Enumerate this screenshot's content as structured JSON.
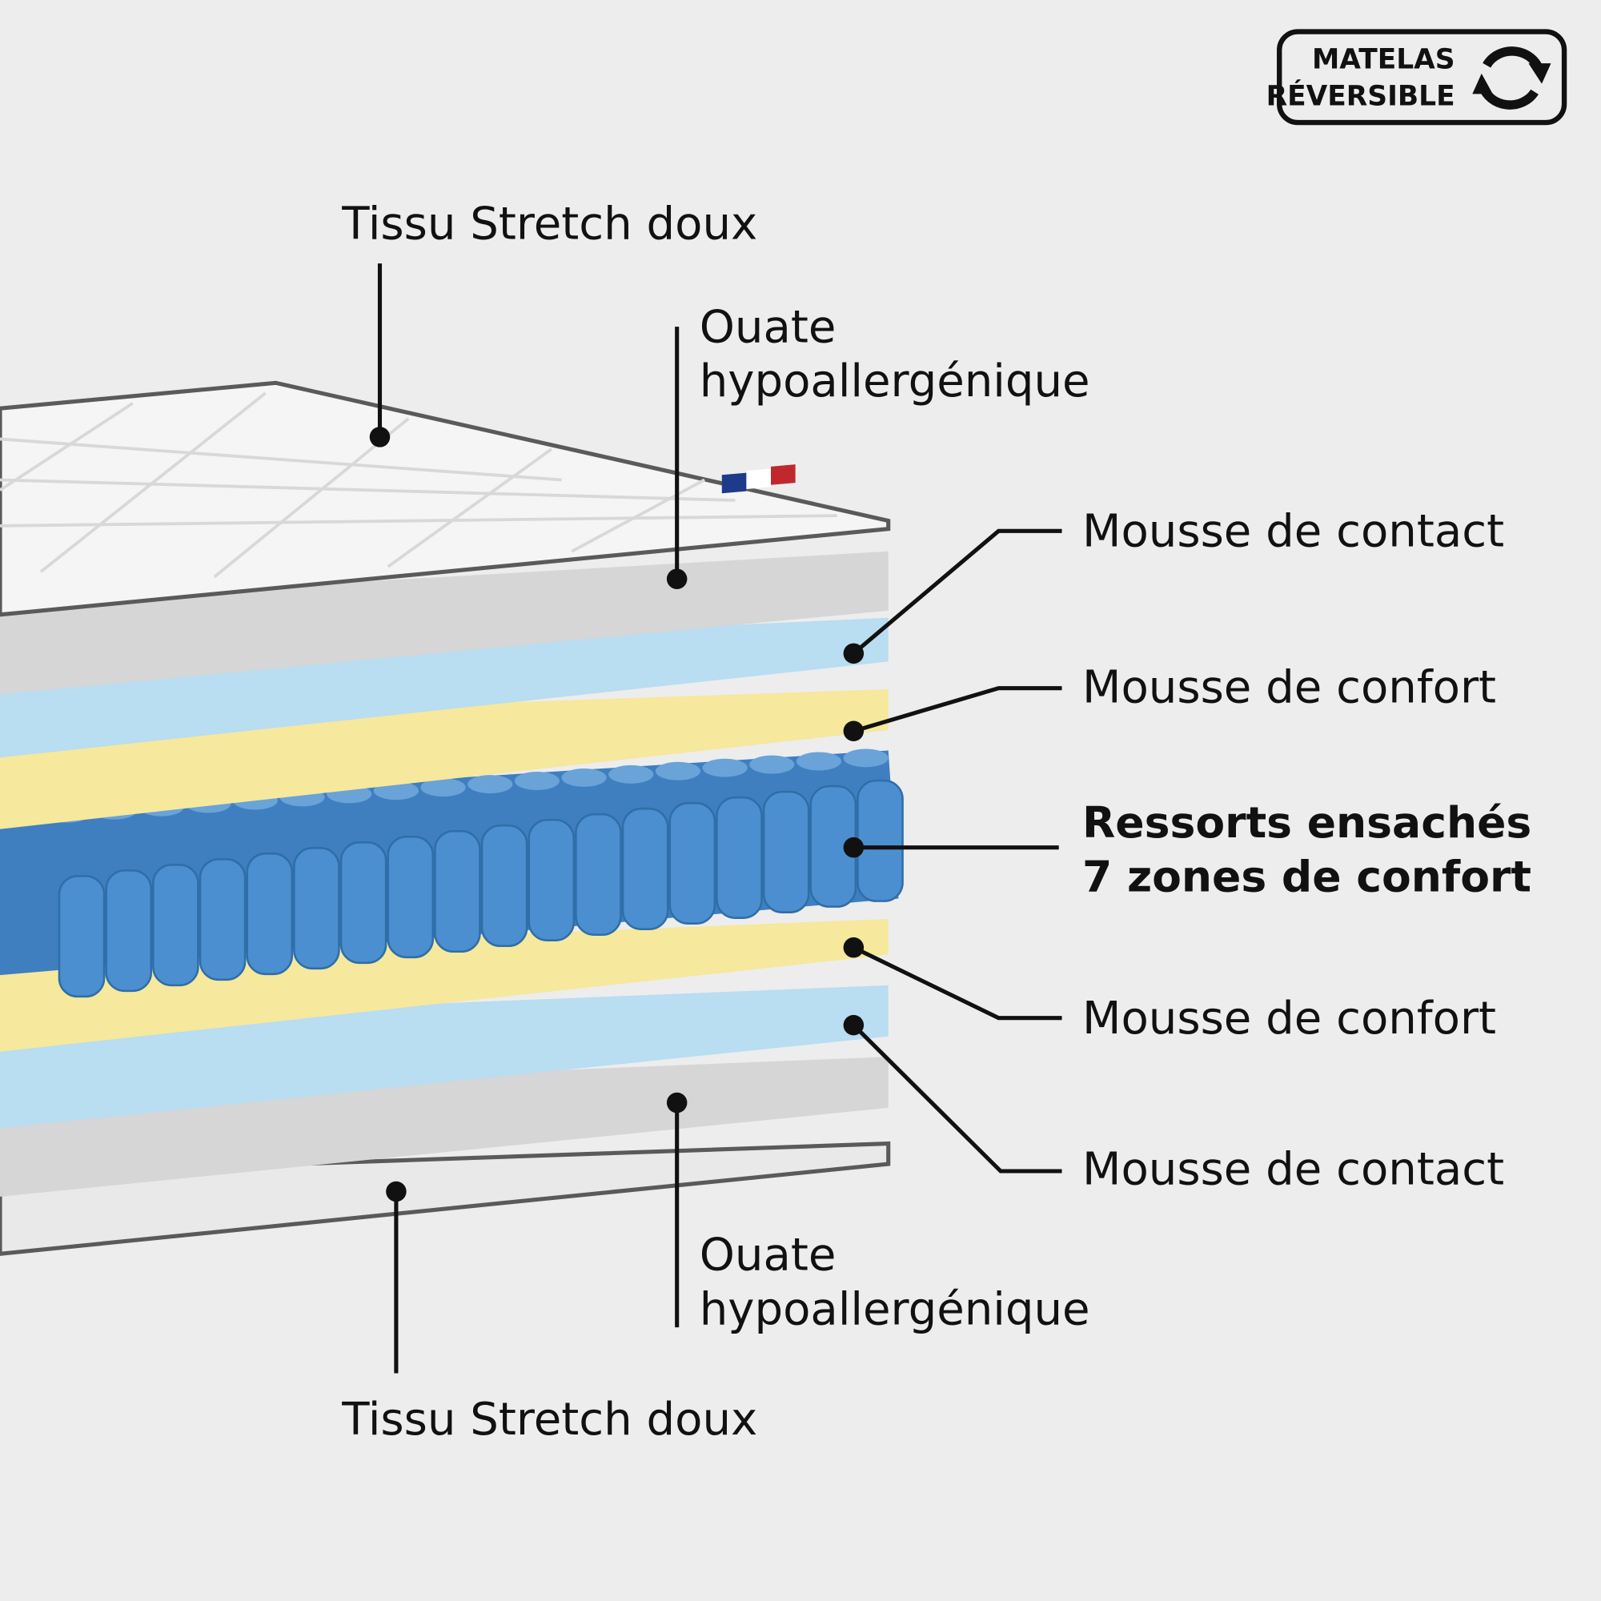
{
  "badge": {
    "line1": "MATELAS",
    "line2": "RÉVERSIBLE",
    "icon": "reverse-arrows-icon"
  },
  "labels": {
    "top_fabric": "Tissu Stretch doux",
    "top_wadding_1": "Ouate",
    "top_wadding_2": "hypoallergénique",
    "contact_foam_top": "Mousse de contact",
    "comfort_foam_top": "Mousse de confort",
    "springs_1": "Ressorts ensachés",
    "springs_2": "7 zones de confort",
    "comfort_foam_bottom": "Mousse de confort",
    "contact_foam_bottom": "Mousse de contact",
    "bottom_wadding_1": "Ouate",
    "bottom_wadding_2": "hypoallergénique",
    "bottom_fabric": "Tissu Stretch doux"
  },
  "colors": {
    "contact": "#b9ddf1",
    "comfort": "#f6e89c",
    "springs": "#4a8fcf",
    "wadding": "#d9d9d9",
    "fabric": "#f4f4f4"
  }
}
